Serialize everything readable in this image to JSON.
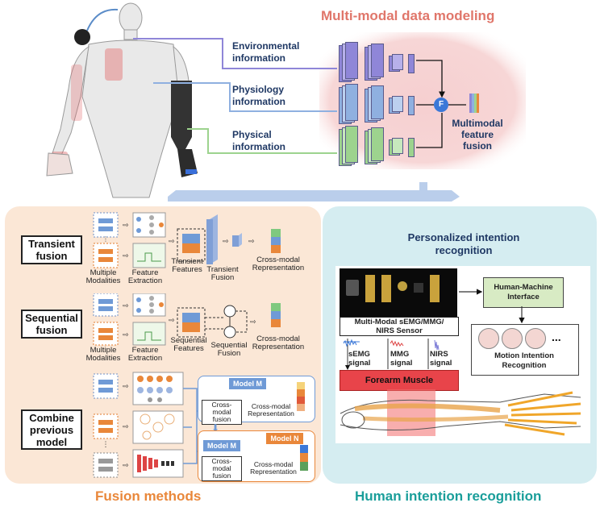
{
  "top": {
    "title": "Multi-modal data modeling",
    "inputs": [
      {
        "label_line1": "Environmental",
        "label_line2": "information",
        "color": "#8f86d8"
      },
      {
        "label_line1": "Physiology",
        "label_line2": "information",
        "color": "#8fb0e0"
      },
      {
        "label_line1": "Physical",
        "label_line2": "information",
        "color": "#9dd38e"
      }
    ],
    "fusion_symbol": "F",
    "fusion_label_lines": [
      "Multimodal",
      "feature",
      "fusion"
    ]
  },
  "fusion_methods": {
    "title": "Fusion methods",
    "transient": {
      "name_lines": [
        "Transient",
        "fusion"
      ],
      "step_labels": [
        {
          "l1": "Multiple",
          "l2": "Modalities"
        },
        {
          "l1": "Feature",
          "l2": "Extraction"
        },
        {
          "l1": "Transient",
          "l2": "Features"
        },
        {
          "l1": "Transient",
          "l2": "Fusion"
        },
        {
          "l1": "Cross-modal",
          "l2": "Representation"
        }
      ]
    },
    "sequential": {
      "name_lines": [
        "Sequential",
        "fusion"
      ],
      "step_labels": [
        {
          "l1": "Multiple",
          "l2": "Modalities"
        },
        {
          "l1": "Feature",
          "l2": "Extraction"
        },
        {
          "l1": "Sequential",
          "l2": "Features"
        },
        {
          "l1": "Sequential",
          "l2": "Fusion"
        },
        {
          "l1": "Cross-modal",
          "l2": "Representation"
        }
      ]
    },
    "combine": {
      "name_lines": [
        "Combine",
        "previous",
        "model"
      ],
      "model_m": "Model",
      "model_m_letter": "M",
      "model_n": "Model N",
      "crossmodal_fusion": [
        "Cross-modal",
        "fusion"
      ],
      "crossmodal_rep": [
        "Cross-modal",
        "Representation"
      ]
    }
  },
  "hir": {
    "title": "Human intention recognition",
    "subtitle_lines": [
      "Personalized intention",
      "recognition"
    ],
    "sensor_label_lines": [
      "Multi-Modal sEMG/MMG/",
      "NIRS Sensor"
    ],
    "signals": [
      {
        "l1": "sEMG",
        "l2": "signal"
      },
      {
        "l1": "MMG",
        "l2": "signal"
      },
      {
        "l1": "NIRS",
        "l2": "signal"
      }
    ],
    "muscle": "Forearm Muscle",
    "hmi_lines": [
      "Human-Machine",
      "Interface"
    ],
    "motion_lines": [
      "Motion Intention",
      "Recognition"
    ],
    "ellipsis": "..."
  }
}
